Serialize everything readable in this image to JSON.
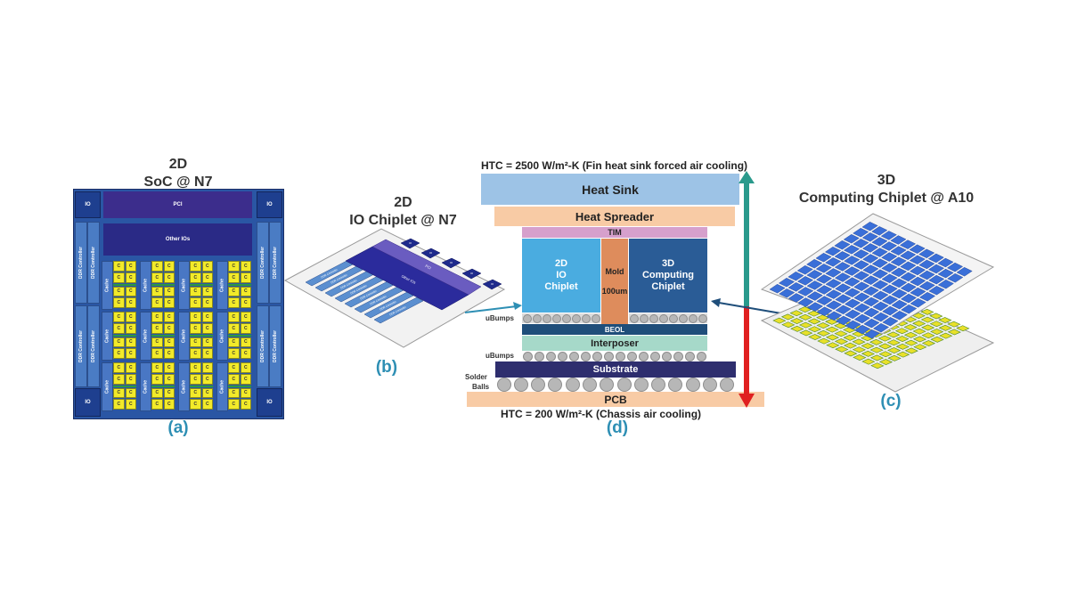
{
  "panel_a": {
    "title_line1": "2D",
    "title_line2": "SoC @ N7",
    "caption": "(a)",
    "io_label": "IO",
    "pci_label": "PCI",
    "other_ios_label": "Other IOs",
    "ddr_label": "DDR Controller",
    "cache_label": "Cache",
    "core_label": "C",
    "colors": {
      "base": "#2a56a4",
      "bar": "#3c2d8c",
      "core": "#f2ea29",
      "core_sep": "#2f9a3c"
    }
  },
  "panel_b": {
    "title_line1": "2D",
    "title_line2": "IO Chiplet @ N7",
    "caption": "(b)",
    "pci_label": "PCI",
    "other_ios_label": "Other IOs",
    "ddr_label": "DDR Controller",
    "io_label": "IO"
  },
  "panel_c": {
    "title_line1": "3D",
    "title_line2": "Computing Chiplet @ A10",
    "caption": "(c)"
  },
  "panel_d": {
    "caption": "(d)",
    "htc_top": "HTC = 2500 W/m²-K (Fin heat sink forced air cooling)",
    "htc_bottom": "HTC = 200 W/m²-K (Chassis air cooling)",
    "layers": {
      "heat_sink": "Heat Sink",
      "heat_spreader": "Heat Spreader",
      "tim": "TIM",
      "io_chiplet": [
        "2D",
        "IO",
        "Chiplet"
      ],
      "mold": "Mold",
      "mold_thickness": "100um",
      "computing_chiplet": [
        "3D",
        "Computing",
        "Chiplet"
      ],
      "beol": "BEOL",
      "interposer": "Interposer",
      "substrate": "Substrate",
      "pcb": "PCB"
    },
    "side_labels": {
      "ubumps_top": "uBumps",
      "ubumps_bottom": "uBumps",
      "solder_line1": "Solder",
      "solder_line2": "Balls"
    },
    "colors": {
      "heat_sink": "#9dc3e6",
      "heat_spreader": "#f8cba5",
      "tim": "#d6a0cc",
      "io_chiplet": "#4aace0",
      "mold": "#de8c5c",
      "computing_chiplet": "#2a5c96",
      "beol": "#1f4e7a",
      "interposer": "#a6d9c9",
      "substrate": "#2e2e6e",
      "pcb": "#f8cba5",
      "arrow_hot": "#2a9a8c",
      "arrow_cold": "#e02020"
    }
  }
}
